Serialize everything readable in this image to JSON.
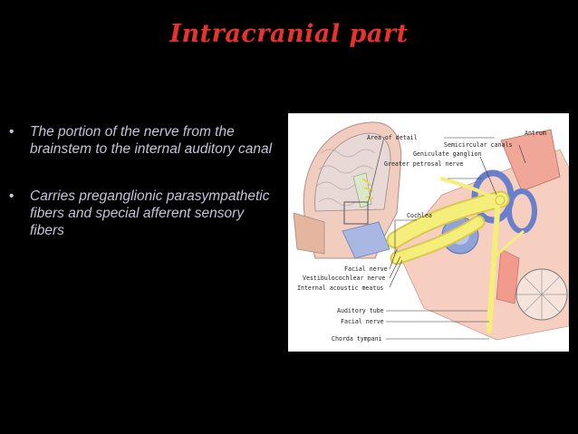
{
  "slide": {
    "title": "Intracranial  part",
    "bullets": [
      "The portion of the nerve from the brainstem to the internal auditory canal",
      "Carries preganglionic parasympathetic fibers and special afferent sensory fibers"
    ],
    "bullet_symbol": "•"
  },
  "figure": {
    "labels": {
      "area_of_detail": "Area of detail",
      "antrum": "Antrum",
      "semicircular_canals": "Semicircular canals",
      "geniculate_ganglion": "Geniculate ganglion",
      "greater_petrosal_nerve": "Greater petrosal nerve",
      "cochlea": "Cochlea",
      "facial_nerve_1": "Facial nerve",
      "vestibulocochlear_nerve": "Vestibulocochlear nerve",
      "internal_acoustic_meatus": "Internal acoustic meatus",
      "auditory_tube": "Auditory tube",
      "facial_nerve_2": "Facial nerve",
      "chorda_tympani": "Chorda tympani"
    }
  },
  "colors": {
    "title": "#e8322c",
    "text": "#c6c3d8",
    "background": "#000000",
    "nerve": "#f6ee7a",
    "bone": "#f3c8b8",
    "canal": "#8fa3d8"
  }
}
